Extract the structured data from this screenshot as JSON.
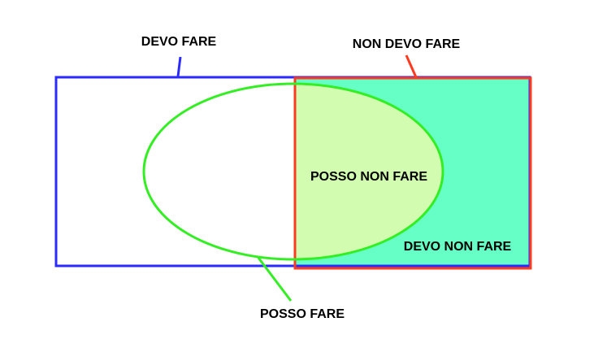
{
  "labels": {
    "devo_fare": "DEVO FARE",
    "non_devo_fare": "NON DEVO FARE",
    "posso_non_fare": "POSSO NON FARE",
    "devo_non_fare": "DEVO NON FARE",
    "posso_fare": "POSSO FARE"
  },
  "colors": {
    "devo_fare": "#2B2BFF",
    "non_devo_fare": "#FF3B1F",
    "posso_fare": "#33EE22",
    "non_devo_fill": "#66FFC6",
    "intersection_fill": "#D2FDB0"
  }
}
